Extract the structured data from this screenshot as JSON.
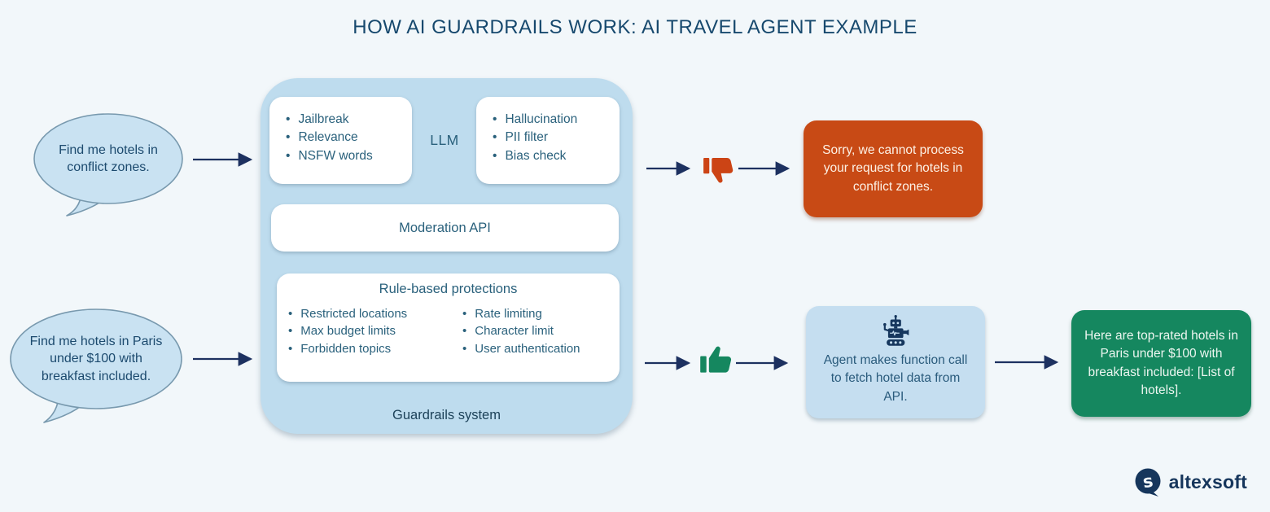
{
  "title": "HOW AI GUARDRAILS WORK: AI TRAVEL AGENT EXAMPLE",
  "bubbles": {
    "blocked_request": "Find me hotels in conflict zones.",
    "valid_request": "Find me hotels in Paris under $100 with breakfast included."
  },
  "guardrails": {
    "label": "Guardrails system",
    "llm_label": "LLM",
    "input_filters": [
      "Jailbreak",
      "Relevance",
      "NSFW words"
    ],
    "output_filters": [
      "Hallucination",
      "PII filter",
      "Bias check"
    ],
    "moderation_api_label": "Moderation API",
    "rule_based": {
      "title": "Rule-based protections",
      "column_1": [
        "Restricted locations",
        "Max budget limits",
        "Forbidden topics"
      ],
      "column_2": [
        "Rate limiting",
        "Character limit",
        "User authentication"
      ]
    }
  },
  "outcomes": {
    "rejected_message": "Sorry, we cannot process your request for hotels in conflict zones.",
    "agent_action": "Agent makes function call to fetch hotel data from API.",
    "success_message": "Here are top-rated hotels in Paris under $100 with breakfast included: [List of hotels]."
  },
  "icons": {
    "thumbs_down": "thumbs-down-icon",
    "thumbs_up": "thumbs-up-icon",
    "robot": "robot-agent-icon",
    "logo_mark": "altexsoft-logo-mark"
  },
  "logo": {
    "text": "altexsoft"
  },
  "colors": {
    "background": "#f2f7fa",
    "guardrails_fill": "#bedcee",
    "bubble_fill": "#c9e2f2",
    "bubble_stroke": "#7899ae",
    "rejected_red": "#c84a15",
    "success_green": "#15875f",
    "arrow_navy": "#1d3160",
    "text_blue": "#2a617c",
    "logo_navy": "#16365c"
  }
}
